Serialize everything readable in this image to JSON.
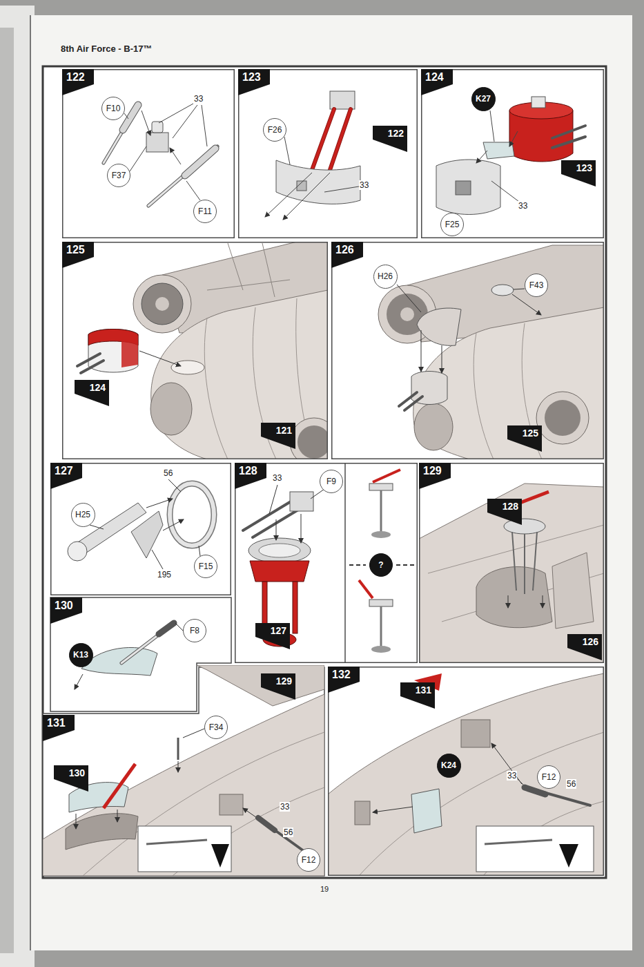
{
  "diagram": {
    "title": "8th Air Force - B-17™",
    "nodes": [
      {
        "text": [
          "122"
        ]
      },
      {
        "text": [
          "F10"
        ],
        "in": 0
      },
      {
        "text": [
          "F37"
        ],
        "in": 0
      },
      {
        "text": [
          "F11"
        ],
        "in": 0
      },
      {
        "text": [
          "123"
        ]
      },
      {
        "text": [
          "F26"
        ],
        "in": 4
      },
      {
        "text": [
          "122"
        ],
        "in": 4
      },
      {
        "text": [
          "124"
        ]
      },
      {
        "text": [
          "K27"
        ],
        "in": 7
      },
      {
        "text": [
          "F25"
        ],
        "in": 7
      },
      {
        "text": [
          "123"
        ],
        "in": 7
      },
      {
        "text": [
          "125"
        ]
      },
      {
        "text": [
          "124"
        ],
        "in": 11
      },
      {
        "text": [
          "121"
        ],
        "in": 11
      },
      {
        "text": [
          "126"
        ]
      },
      {
        "text": [
          "H26"
        ],
        "in": 14
      },
      {
        "text": [
          "F43"
        ],
        "in": 14
      },
      {
        "text": [
          "125"
        ],
        "in": 14
      },
      {
        "text": [
          "127"
        ]
      },
      {
        "text": [
          "H25"
        ],
        "in": 18
      },
      {
        "text": [
          "F15"
        ],
        "in": 18
      },
      {
        "text": [
          "128"
        ]
      },
      {
        "text": [
          "F9"
        ],
        "in": 21
      },
      {
        "text": [
          "127"
        ],
        "in": 21
      },
      {
        "text": [
          "?"
        ],
        "in": 21
      },
      {
        "text": [
          "129"
        ]
      },
      {
        "text": [
          "128"
        ],
        "in": 25
      },
      {
        "text": [
          "126"
        ],
        "in": 25
      },
      {
        "text": [
          "130"
        ]
      },
      {
        "text": [
          "K13"
        ],
        "in": 28
      },
      {
        "text": [
          "F8"
        ],
        "in": 28
      },
      {
        "text": [
          "129"
        ]
      },
      {
        "text": [
          "131"
        ]
      },
      {
        "text": [
          "130"
        ],
        "in": 32
      },
      {
        "text": [
          "F34"
        ],
        "in": 32
      },
      {
        "text": [
          "F12"
        ],
        "in": 32
      },
      {
        "text": [
          "132"
        ]
      },
      {
        "text": [
          "131"
        ],
        "in": 36
      },
      {
        "text": [
          "K24"
        ],
        "in": 36
      },
      {
        "text": [
          "F12"
        ],
        "in": 36
      }
    ],
    "labels": [
      "33",
      "33",
      "33",
      "56",
      "195",
      "33",
      "33",
      "56",
      "33",
      "56",
      "19"
    ]
  }
}
